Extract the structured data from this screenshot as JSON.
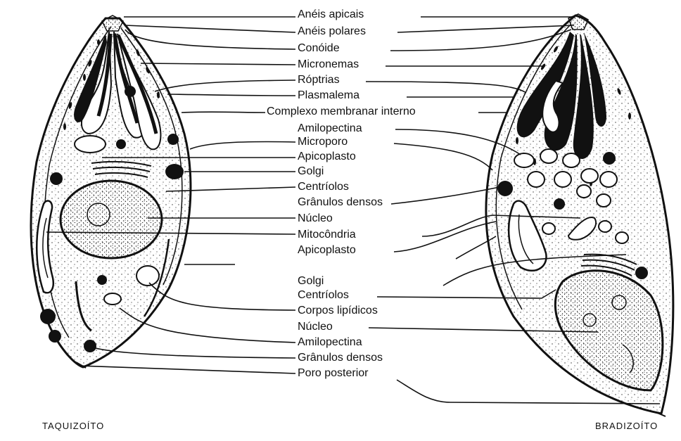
{
  "labels": {
    "aneis_apicais": "Anéis apicais",
    "aneis_polares": "Anéis polares",
    "conoide": "Conóide",
    "micronemas": "Micronemas",
    "roptrias": "Róptrias",
    "plasmalema": "Plasmalema",
    "complexo_membranar_interno": "Complexo membranar interno",
    "amilopectina_1": "Amilopectina",
    "microporo": "Microporo",
    "apicoplasto_1": "Apicoplasto",
    "golgi_1": "Golgi",
    "centriolos_1": "Centríolos",
    "granulos_densos_1": "Grânulos densos",
    "nucleo_1": "Núcleo",
    "mitocondria": "Mitocôndria",
    "apicoplasto_2": "Apicoplasto",
    "golgi_2": "Golgi",
    "centriolos_2": "Centríolos",
    "corpos_lipidicos": "Corpos lipídicos",
    "nucleo_2": "Núcleo",
    "amilopectina_2": "Amilopectina",
    "granulos_densos_2": "Grânulos densos",
    "poro_posterior": "Poro posterior"
  },
  "titles": {
    "left": "TAQUIZOÍTO",
    "right": "BRADIZOÍTO"
  }
}
